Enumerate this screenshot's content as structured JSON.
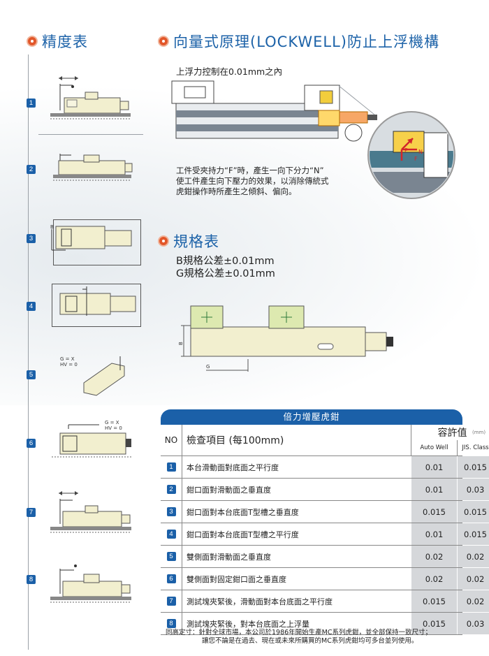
{
  "left": {
    "title": "精度表",
    "items": [
      {
        "num": "1"
      },
      {
        "num": "2"
      },
      {
        "num": "3"
      },
      {
        "num": "4"
      },
      {
        "num": "5",
        "note1": "G = X",
        "note2": "HV = 0"
      },
      {
        "num": "6",
        "note1": "G = X",
        "note2": "HV = 0"
      },
      {
        "num": "7"
      },
      {
        "num": "8"
      }
    ]
  },
  "right": {
    "title": "向量式原理(LOCKWELL)防止上浮機構",
    "subtitle": "上浮力控制在0.01mm之內",
    "desc": [
      "工件受夾持力“F”時，產生一向下分力“N”",
      "使工件產生向下壓力的效果，以消除傳統式",
      "虎鉗操作時所產生之傾斜、偏向。"
    ],
    "arrow_labels": {
      "p": "P",
      "n": "N",
      "f": "F"
    }
  },
  "spec": {
    "title": "規格表",
    "lines": [
      "B規格公差±0.01mm",
      "G規格公差±0.01mm"
    ],
    "dim_b": "B",
    "dim_g": "G"
  },
  "table": {
    "title": "倍力增壓虎鉗",
    "col_no": "NO",
    "col_item": "檢查項目 (每100mm)",
    "col_tol": "容許值",
    "unit": "(mm)",
    "col_aw": "Auto Well",
    "col_jis": "JIS. Class",
    "rows": [
      {
        "no": "1",
        "item": "本台滑動面對底面之平行度",
        "aw": "0.01",
        "jis": "0.015"
      },
      {
        "no": "2",
        "item": "鉗口面對滑動面之垂直度",
        "aw": "0.01",
        "jis": "0.03"
      },
      {
        "no": "3",
        "item": "鉗口面對本台底面T型槽之垂直度",
        "aw": "0.015",
        "jis": "0.015"
      },
      {
        "no": "4",
        "item": "鉗口面對本台底面T型槽之平行度",
        "aw": "0.01",
        "jis": "0.015"
      },
      {
        "no": "5",
        "item": "雙側面對滑動面之垂直度",
        "aw": "0.02",
        "jis": "0.02"
      },
      {
        "no": "6",
        "item": "雙側面對固定鉗口面之垂直度",
        "aw": "0.02",
        "jis": "0.02"
      },
      {
        "no": "7",
        "item": "測試塊夾緊後，滑動面對本台底面之平行度",
        "aw": "0.015",
        "jis": "0.02"
      },
      {
        "no": "8",
        "item": "測試塊夾緊後，對本台底面之上浮量",
        "aw": "0.015",
        "jis": "0.03"
      }
    ]
  },
  "footnote": [
    "同高定寸：針對全球市場，本公司於1986年開始生產MC系列虎鉗，並全部保持一致尺寸；",
    "讓您不論是在過去、現在或未來所購買的MC系列虎鉗均可多台並列使用。"
  ],
  "colors": {
    "accent": "#1b60a8",
    "icon": "#e2572a",
    "vise": "#f2efcf",
    "cell": "#d5d7da"
  }
}
